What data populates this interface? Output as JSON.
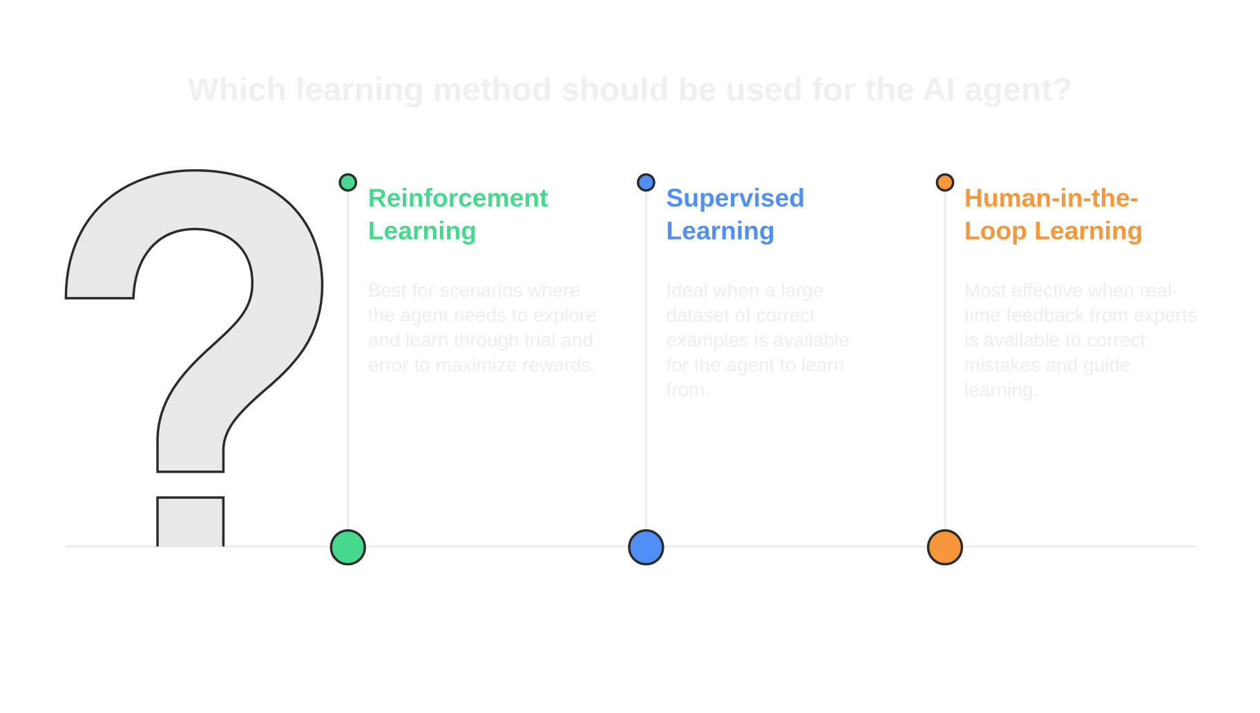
{
  "title": "Which learning method should be used for the AI agent?",
  "options": [
    {
      "heading": "Reinforcement Learning",
      "description": "Best for scenarios where the agent needs to explore and learn through trial and error to maximize rewards.",
      "color": "#46d98e"
    },
    {
      "heading": "Supervised Learning",
      "description": "Ideal when a large dataset of correct examples is available for the agent to learn from.",
      "color": "#4f8ff7"
    },
    {
      "heading": "Human-in-the-Loop Learning",
      "description": "Most effective when real-time feedback from experts is available to correct mistakes and guide learning.",
      "color": "#f7963a"
    }
  ]
}
